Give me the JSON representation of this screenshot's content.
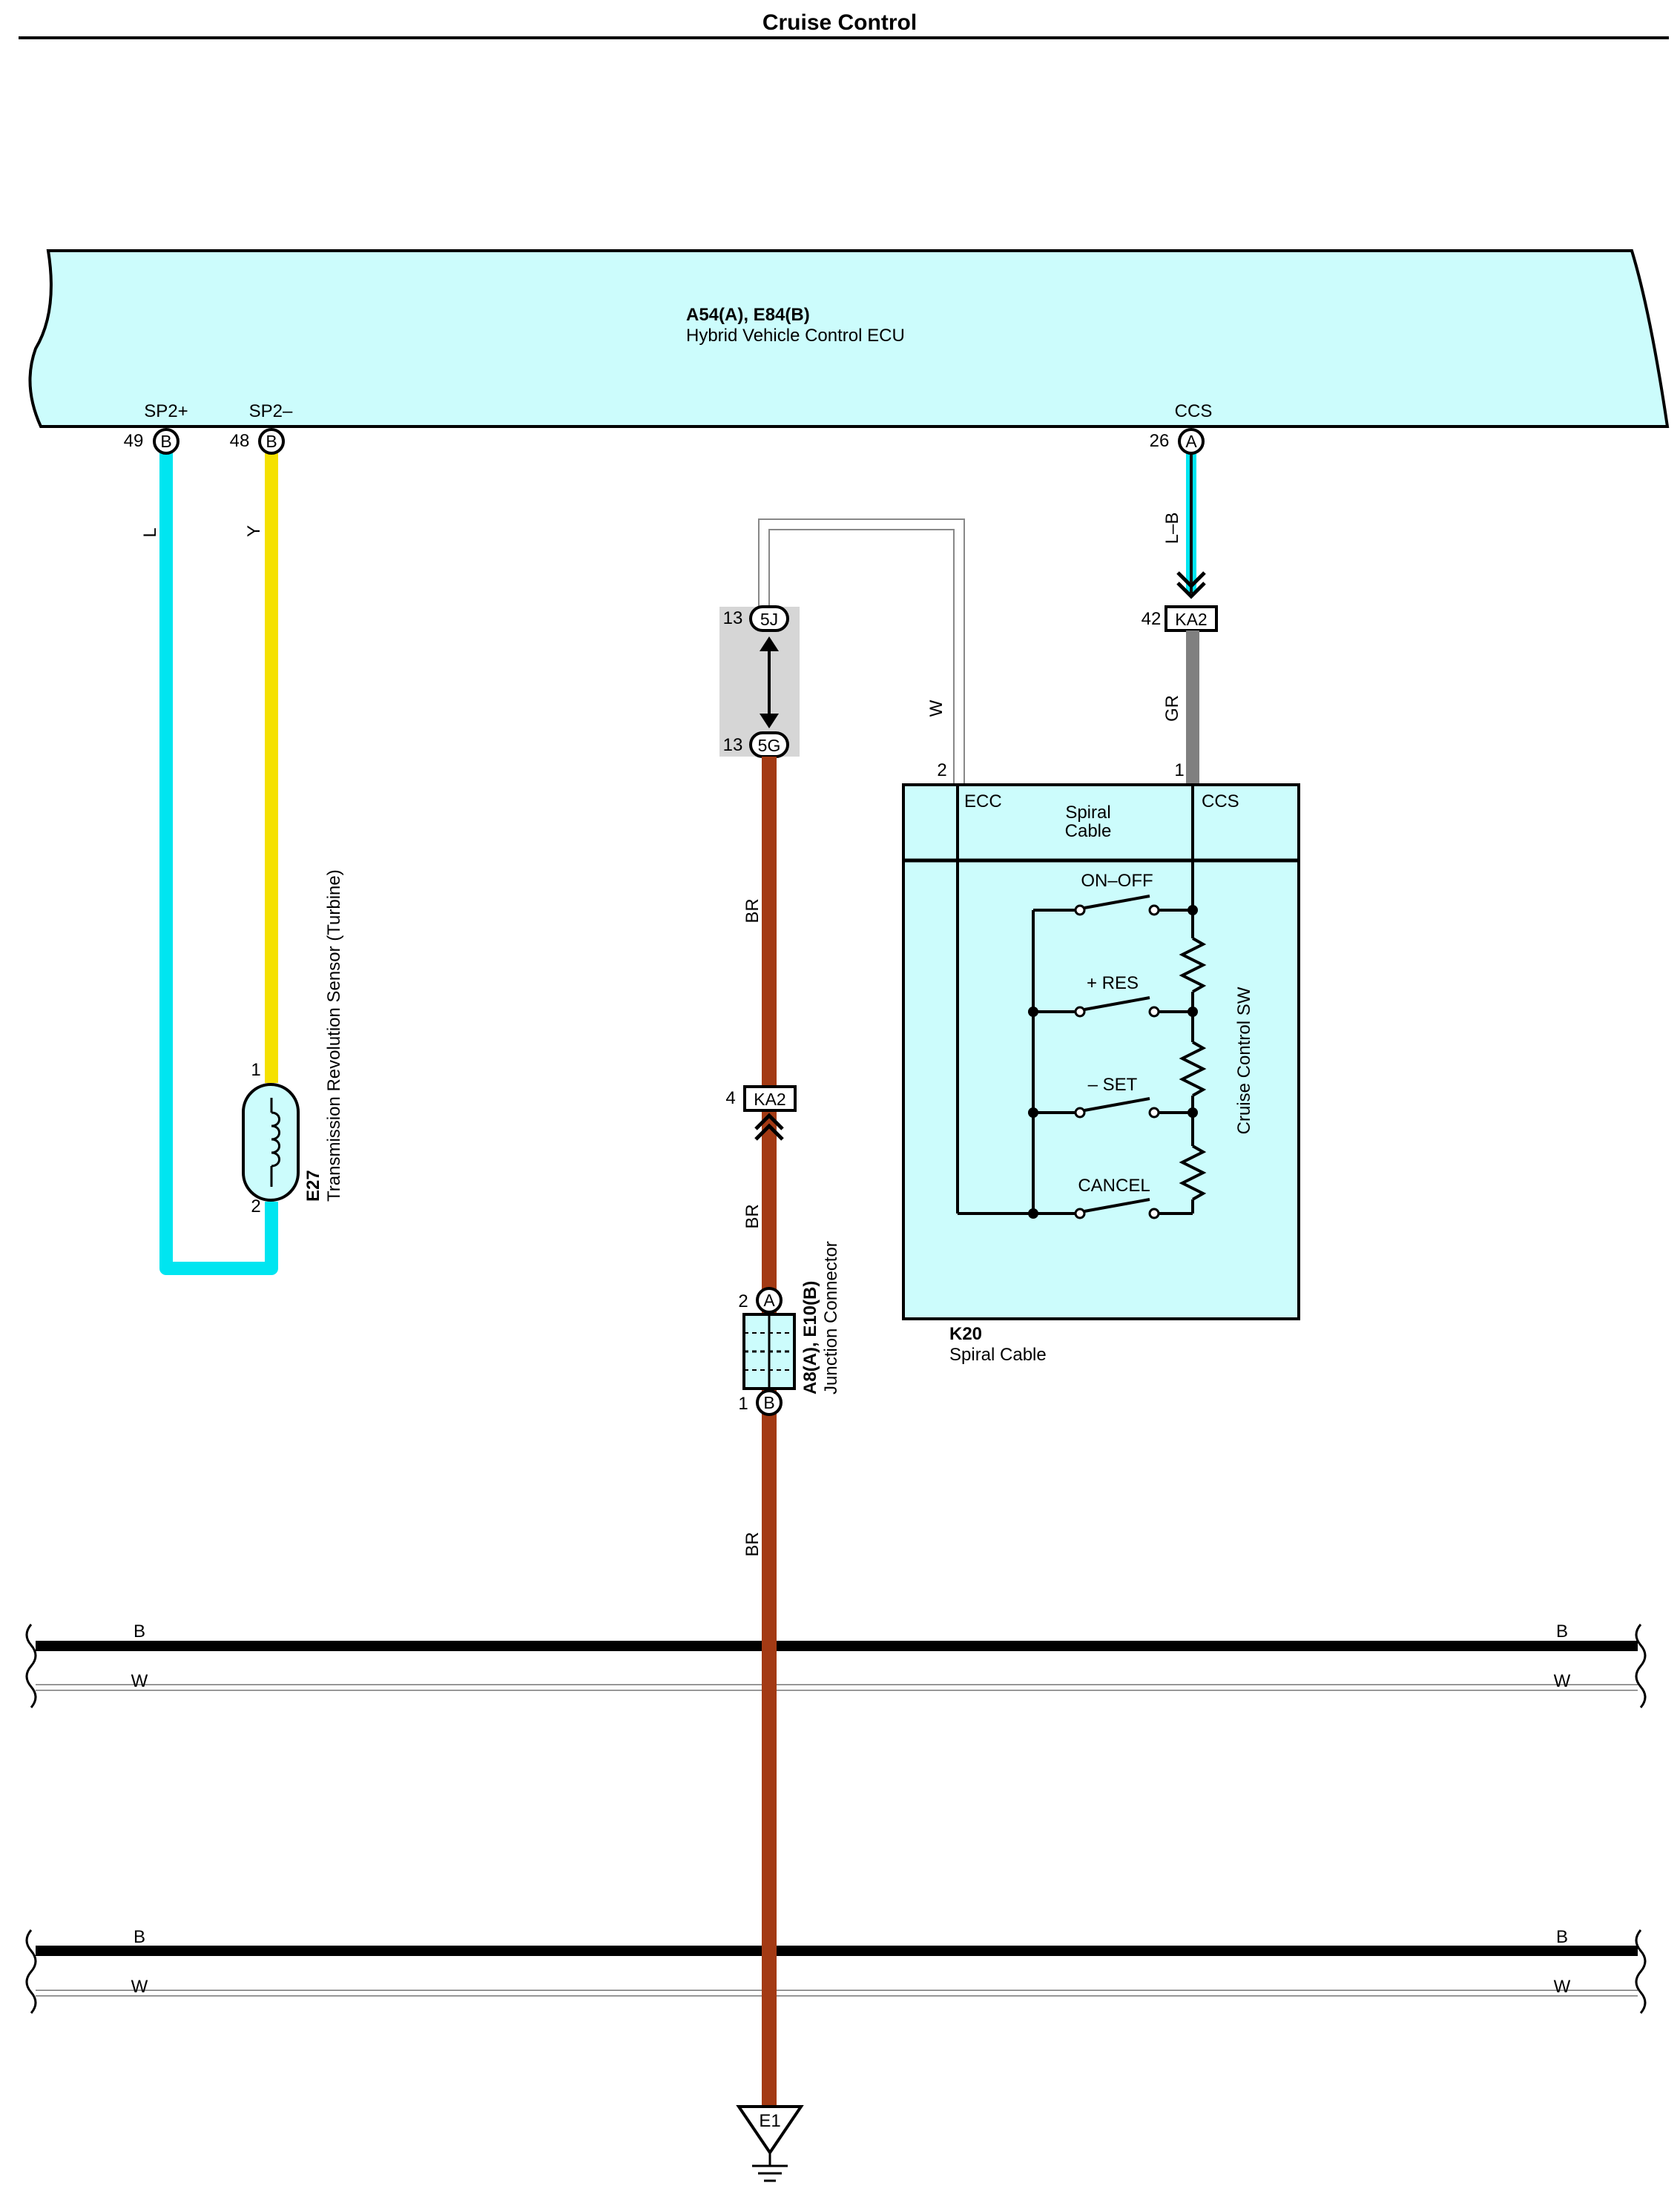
{
  "page": {
    "title": "Cruise Control"
  },
  "ecu": {
    "code": "A54(A), E84(B)",
    "name": "Hybrid Vehicle Control ECU",
    "pins": [
      {
        "label": "SP2+",
        "num": "49",
        "conn": "B"
      },
      {
        "label": "SP2–",
        "num": "48",
        "conn": "B"
      },
      {
        "label": "CCS",
        "num": "26",
        "conn": "A"
      }
    ]
  },
  "wires": {
    "sp2plus": {
      "color_code": "L",
      "color": "#00e5f0"
    },
    "sp2minus": {
      "color_code": "Y",
      "color": "#f5e100"
    },
    "ccs": {
      "color_code": "L–B",
      "color": "#00e5f0",
      "stripe": "#111111"
    },
    "ka2_to_spiral": {
      "color_code": "GR",
      "color": "#808080"
    },
    "ecc": {
      "color_code": "W",
      "color": "#ffffff"
    },
    "ground": {
      "color_code": "BR",
      "color": "#a33a14"
    }
  },
  "sensor": {
    "code": "E27",
    "name": "Transmission Revolution Sensor (Turbine)",
    "pin1": "1",
    "pin2": "2"
  },
  "junction_block": {
    "top": {
      "num": "13",
      "conn": "5J"
    },
    "bottom": {
      "num": "13",
      "conn": "5G"
    }
  },
  "ka2_upper": {
    "num": "42",
    "conn": "KA2"
  },
  "ka2_lower": {
    "num": "4",
    "conn": "KA2"
  },
  "junction_connector": {
    "code": "A8(A), E10(B)",
    "name": "Junction Connector",
    "top": {
      "num": "2",
      "conn": "A"
    },
    "bottom": {
      "num": "1",
      "conn": "B"
    }
  },
  "spiral": {
    "code": "K20",
    "name": "Spiral Cable",
    "header_label_1": "Spiral",
    "header_label_2": "Cable",
    "ecc": "ECC",
    "ccs": "CCS",
    "pin_ecc": "2",
    "pin_ccs": "1",
    "switch_name": "Cruise Control SW",
    "switches": [
      "ON–OFF",
      "+ RES",
      "– SET",
      "CANCEL"
    ]
  },
  "buses": [
    {
      "b": "B",
      "w": "W"
    },
    {
      "b": "B",
      "w": "W"
    }
  ],
  "ground": {
    "code": "E1"
  }
}
